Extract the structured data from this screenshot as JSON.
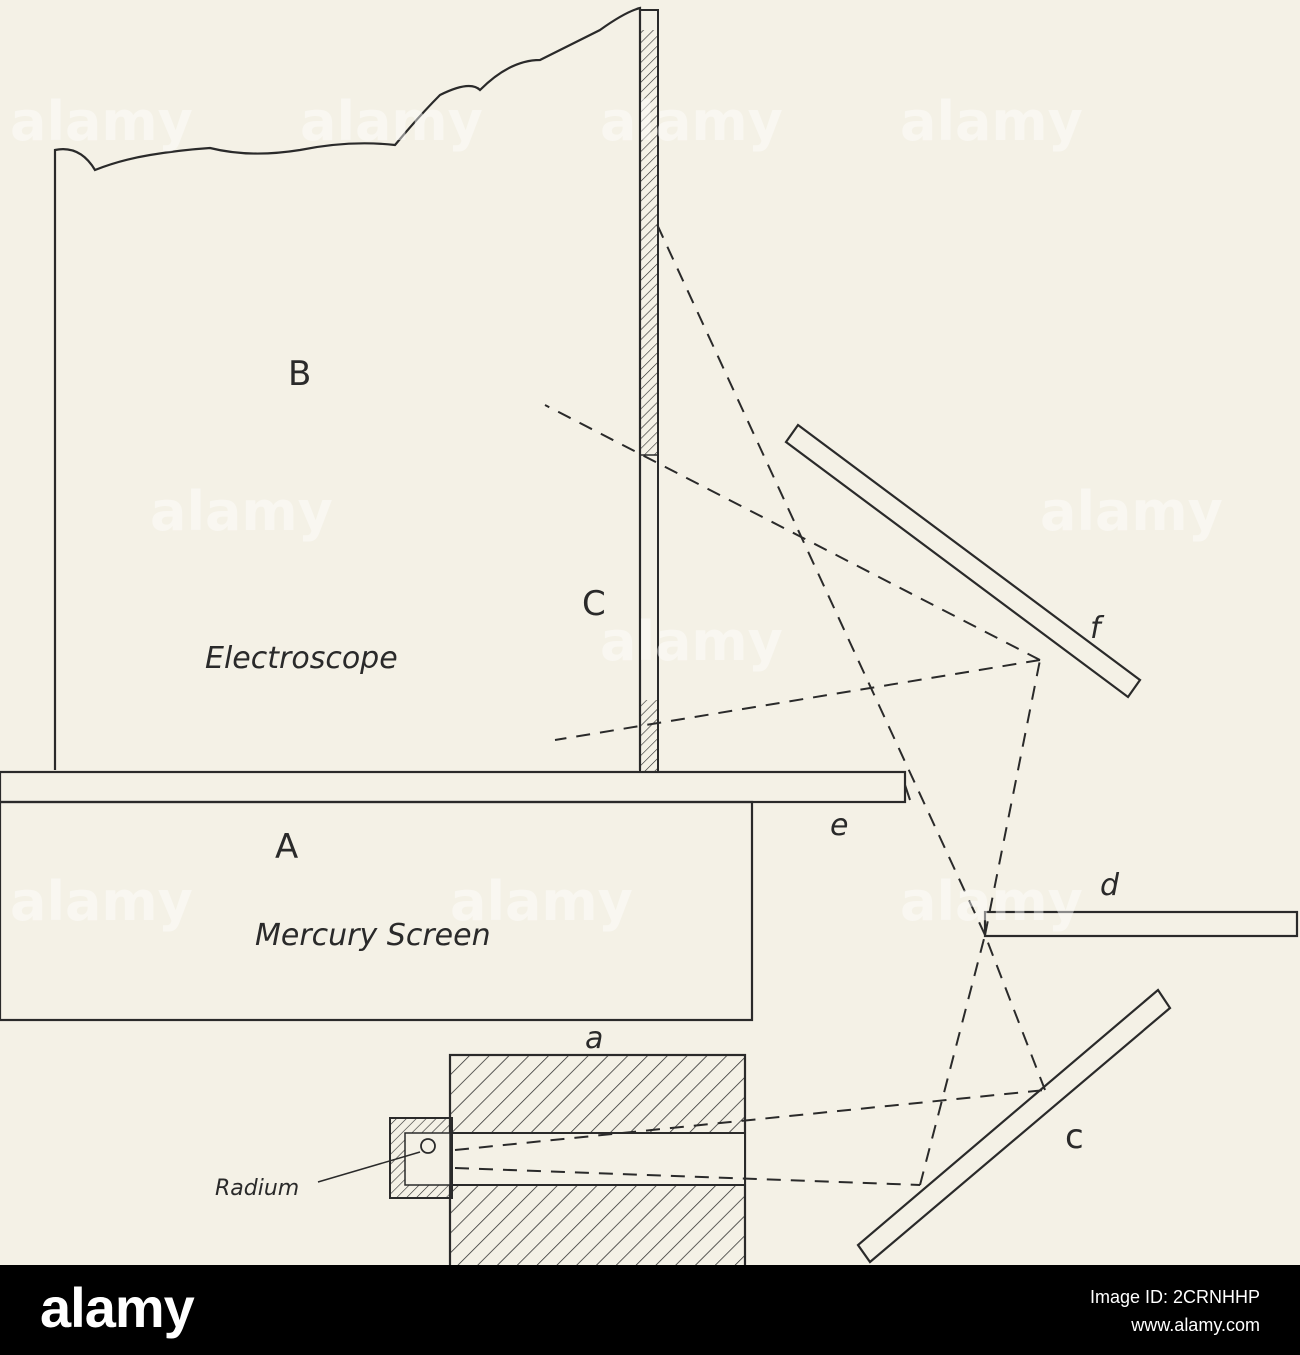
{
  "labels": {
    "B": "B",
    "C_upper": "C",
    "electroscope": "Electroscope",
    "f": "f",
    "A": "A",
    "e": "e",
    "mercury_screen": "Mercury Screen",
    "d": "d",
    "a": "a",
    "c_lower": "c",
    "radium": "Radium"
  },
  "watermark": "alamy",
  "footer": {
    "brand": "alamy",
    "image_id_line": "Image ID: 2CRNHHP",
    "url": "www.alamy.com"
  },
  "colors": {
    "paper": "#f4f1e6",
    "ink": "#2a2a2a",
    "footer_bg": "#000000"
  }
}
